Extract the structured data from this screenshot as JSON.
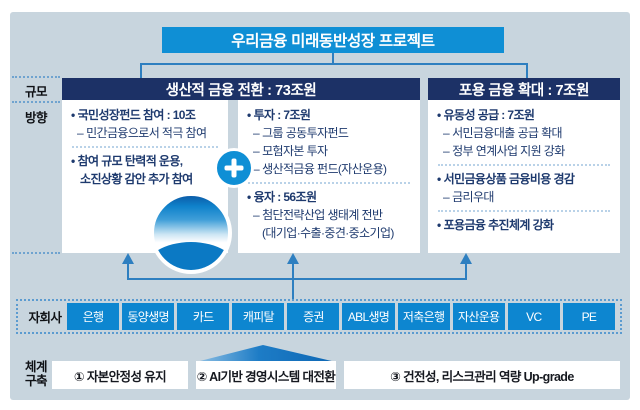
{
  "title": "우리금융 미래동반성장 프로젝트",
  "gutter": {
    "scale": "규모",
    "direction": "방향",
    "subsidiaries": "자회사",
    "framework_line1": "체계",
    "framework_line2": "구축"
  },
  "markers": {
    "bullet": "•",
    "dash": "–"
  },
  "sections": {
    "productive": {
      "header": "생산적 금융 전환 : 73조원",
      "panels": [
        {
          "items": [
            {
              "type": "bold",
              "text": "국민성장펀드 참여 : 10조"
            },
            {
              "type": "dash",
              "text": "민간금융으로서 적극 참여"
            },
            {
              "type": "sep"
            },
            {
              "type": "bold",
              "text": "참여 규모 탄력적 운용,"
            },
            {
              "type": "bold-cont",
              "text": "소진상황 감안 추가 참여"
            }
          ]
        },
        {
          "items": [
            {
              "type": "bold",
              "text": "투자 : 7조원"
            },
            {
              "type": "dash",
              "text": "그룹 공동투자펀드"
            },
            {
              "type": "dash",
              "text": "모험자본 투자"
            },
            {
              "type": "dash",
              "text": "생산적금융 펀드(자산운용)"
            },
            {
              "type": "sep"
            },
            {
              "type": "bold",
              "text": "융자 : 56조원"
            },
            {
              "type": "dash",
              "text": "첨단전략산업 생태계 전반"
            },
            {
              "type": "cont",
              "text": "(대기업·수출·중견·중소기업)"
            }
          ]
        }
      ]
    },
    "inclusive": {
      "header": "포용 금융 확대 : 7조원",
      "panels": [
        {
          "items": [
            {
              "type": "bold",
              "text": "유동성 공급 : 7조원"
            },
            {
              "type": "dash",
              "text": "서민금융대출 공급 확대"
            },
            {
              "type": "dash",
              "text": "정부 연계사업 지원 강화"
            },
            {
              "type": "sep"
            },
            {
              "type": "bold",
              "text": "서민금융상품 금융비용 경감"
            },
            {
              "type": "dash",
              "text": "금리우대"
            },
            {
              "type": "sep"
            },
            {
              "type": "bold",
              "text": "포용금융 추진체계 강화"
            }
          ]
        }
      ]
    }
  },
  "subsidiaries": [
    "은행",
    "동양생명",
    "카드",
    "캐피탈",
    "증권",
    "ABL생명",
    "저축은행",
    "자산운용",
    "VC",
    "PE"
  ],
  "framework_boxes": [
    "① 자본안정성 유지",
    "② AI기반 경영시스템 대전환",
    "③ 건전성, 리스크관리 역량 Up-grade"
  ],
  "colors": {
    "accent_blue": "#0f8fd5",
    "header_navy": "#1c3166",
    "body_navy": "#1e3a6e",
    "background": "#c8d5de",
    "line_blue": "#2e7fc0",
    "subsidiary_blue": "#0d86d0"
  }
}
